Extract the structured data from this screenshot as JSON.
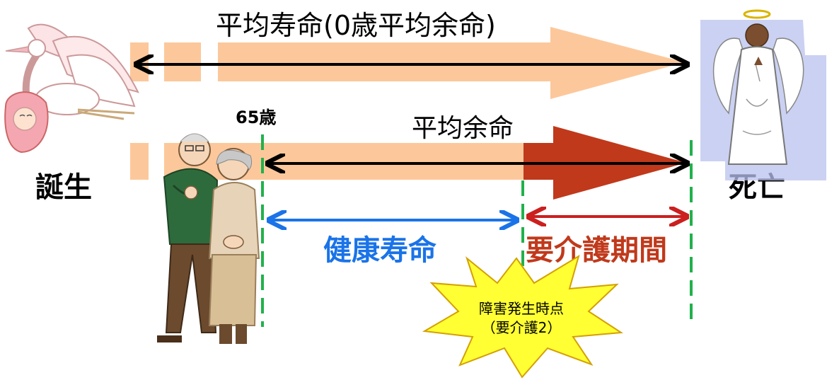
{
  "title_avg_lifespan": "平均寿命(0歳平均余命)",
  "avg_remaining": "平均余命",
  "age_label": "65歳",
  "birth_label": "誕生",
  "death_label": "死亡",
  "healthy_life_label": "健康寿命",
  "care_period_label": "要介護期間",
  "onset": {
    "line1": "障害発生時点",
    "line2": "（要介護2）"
  },
  "colors": {
    "peach": "#fcc89b",
    "dark_red": "#c0391b",
    "blue": "#1a73e8",
    "red_arrow": "#cc1f1f",
    "green_dash": "#22b14c",
    "burst_fill": "#ffff33",
    "burst_stroke": "#d4a000"
  },
  "icons": [
    "stork-baby-illustration",
    "elderly-couple-illustration",
    "angel-illustration"
  ]
}
